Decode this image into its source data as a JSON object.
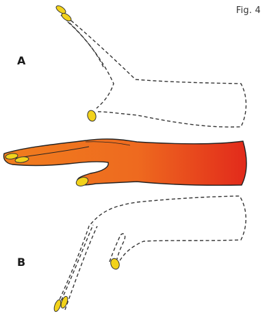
{
  "figure": {
    "caption": "Fig. 4",
    "positions": [
      {
        "label": "A"
      },
      {
        "label": "B"
      }
    ],
    "colors": {
      "hand_start": "#f07d1e",
      "hand_end": "#e22a1b",
      "nail": "#f2d21b",
      "outline": "#222222",
      "dashed": "#333333"
    }
  }
}
